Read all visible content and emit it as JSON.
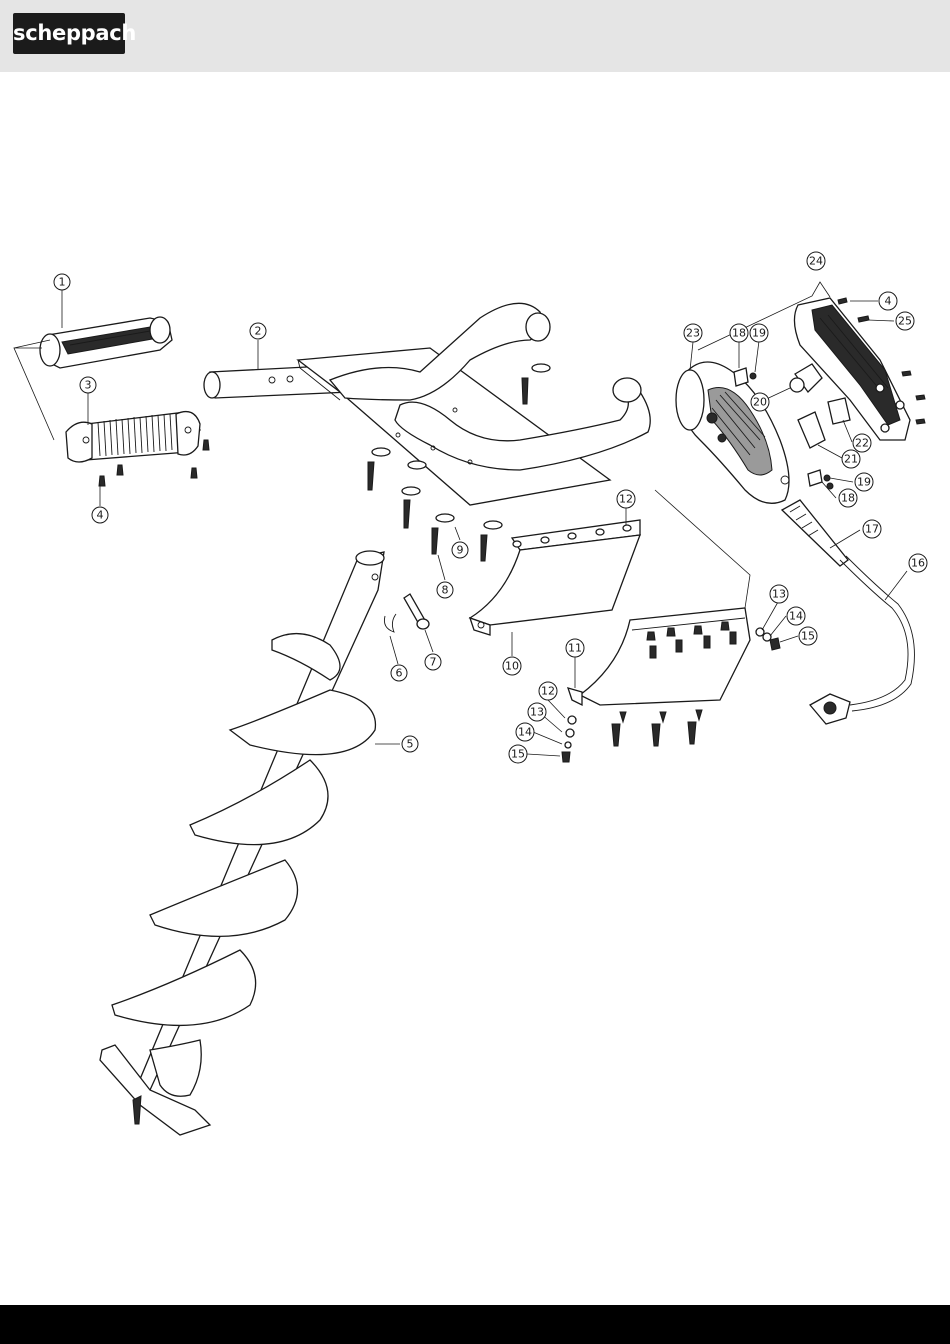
{
  "header": {
    "logo_text": "scheppach"
  },
  "callouts": [
    {
      "label": "1"
    },
    {
      "label": "2"
    },
    {
      "label": "3"
    },
    {
      "label": "4"
    },
    {
      "label": "5"
    },
    {
      "label": "6"
    },
    {
      "label": "7"
    },
    {
      "label": "8"
    },
    {
      "label": "9"
    },
    {
      "label": "10"
    },
    {
      "label": "11"
    },
    {
      "label": "12"
    },
    {
      "label": "12"
    },
    {
      "label": "13"
    },
    {
      "label": "13"
    },
    {
      "label": "14"
    },
    {
      "label": "14"
    },
    {
      "label": "15"
    },
    {
      "label": "15"
    },
    {
      "label": "16"
    },
    {
      "label": "17"
    },
    {
      "label": "18"
    },
    {
      "label": "18"
    },
    {
      "label": "19"
    },
    {
      "label": "19"
    },
    {
      "label": "20"
    },
    {
      "label": "21"
    },
    {
      "label": "22"
    },
    {
      "label": "23"
    },
    {
      "label": "24"
    },
    {
      "label": "4"
    },
    {
      "label": "25"
    }
  ],
  "colors": {
    "header_bg": "#e5e5e5",
    "logo_bg": "#1b1b1b",
    "footer_bg": "#000000"
  }
}
